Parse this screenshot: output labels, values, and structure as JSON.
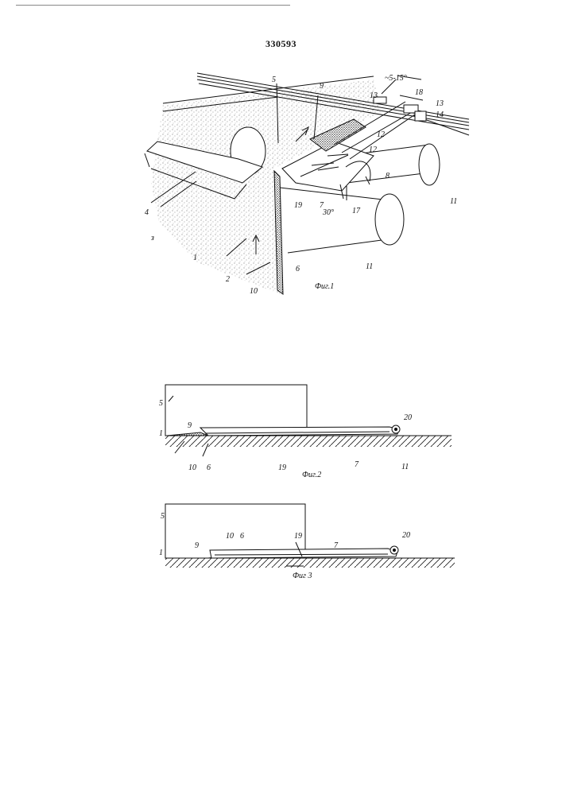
{
  "document": {
    "patent_number": "330593"
  },
  "figures": {
    "fig1": {
      "caption": "Фиг.1",
      "labels": {
        "l1": "1",
        "l2": "2",
        "l3": "з",
        "l4": "4",
        "l5": "5",
        "l6": "6",
        "l7": "7",
        "l8": "8",
        "l9": "9",
        "l10": "10",
        "l11a": "11",
        "l11b": "11",
        "l12a": "12",
        "l12b": "12",
        "l13a": "13",
        "l13b": "13",
        "l14": "14",
        "l17": "17",
        "l18": "18",
        "l19": "19",
        "angle": "~5-15°",
        "angle30": "30°"
      }
    },
    "fig2": {
      "caption": "Фиг.2",
      "labels": {
        "l5": "5",
        "l1": "1",
        "l9": "9",
        "l20": "20",
        "l10": "10",
        "l6": "6",
        "l19": "19",
        "l7": "7",
        "l11": "11"
      }
    },
    "fig3": {
      "caption": "Фиг 3",
      "labels": {
        "l5": "5",
        "l1": "1",
        "l9": "9",
        "l10": "10",
        "l6": "6",
        "l19": "19",
        "l7": "7",
        "l20": "20"
      }
    }
  }
}
